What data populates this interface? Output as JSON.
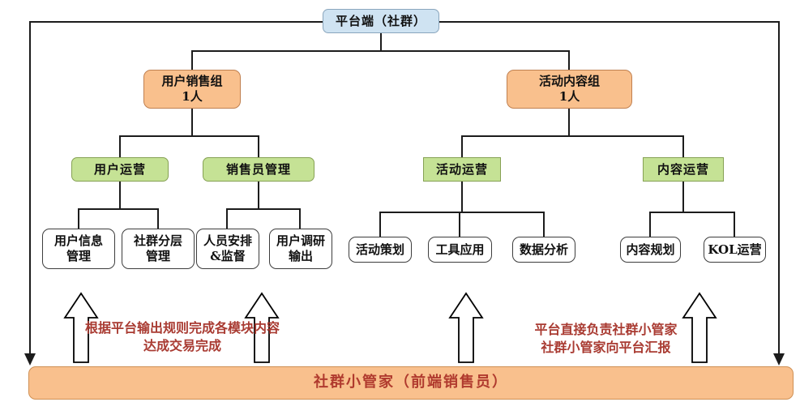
{
  "diagram": {
    "root": {
      "label": "平台端（社群）"
    },
    "groups": [
      {
        "title": "用户销售组",
        "subtitle": "1人"
      },
      {
        "title": "活动内容组",
        "subtitle": "1人"
      }
    ],
    "departments": [
      {
        "label": "用户运营"
      },
      {
        "label": "销售员管理"
      },
      {
        "label": "活动运营"
      },
      {
        "label": "内容运营"
      }
    ],
    "tasks_left": [
      {
        "line1": "用户信息",
        "line2": "管理"
      },
      {
        "line1": "社群分层",
        "line2": "管理"
      },
      {
        "line1": "人员安排",
        "line2": "&监督"
      },
      {
        "line1": "用户调研",
        "line2": "输出"
      }
    ],
    "tasks_right": [
      {
        "label": "活动策划"
      },
      {
        "label": "工具应用"
      },
      {
        "label": "数据分析"
      },
      {
        "label": "内容规划"
      },
      {
        "label": "KOL运营"
      }
    ],
    "annotations": {
      "left_line1": "根据平台输出规则完成各模块内容",
      "left_line2": "达成交易完成",
      "right_line1": "平台直接负责社群小管家",
      "right_line2": "社群小管家向平台汇报"
    },
    "footer": {
      "label": "社群小管家（前端销售员）"
    }
  },
  "colors": {
    "root_fill": "#cfe3f2",
    "group_fill": "#f9c08d",
    "dept_fill": "#c5e295",
    "task_fill": "#ffffff",
    "footer_fill": "#f9c08d",
    "annotation_text": "#a93b32",
    "line": "#1c1c1c"
  }
}
